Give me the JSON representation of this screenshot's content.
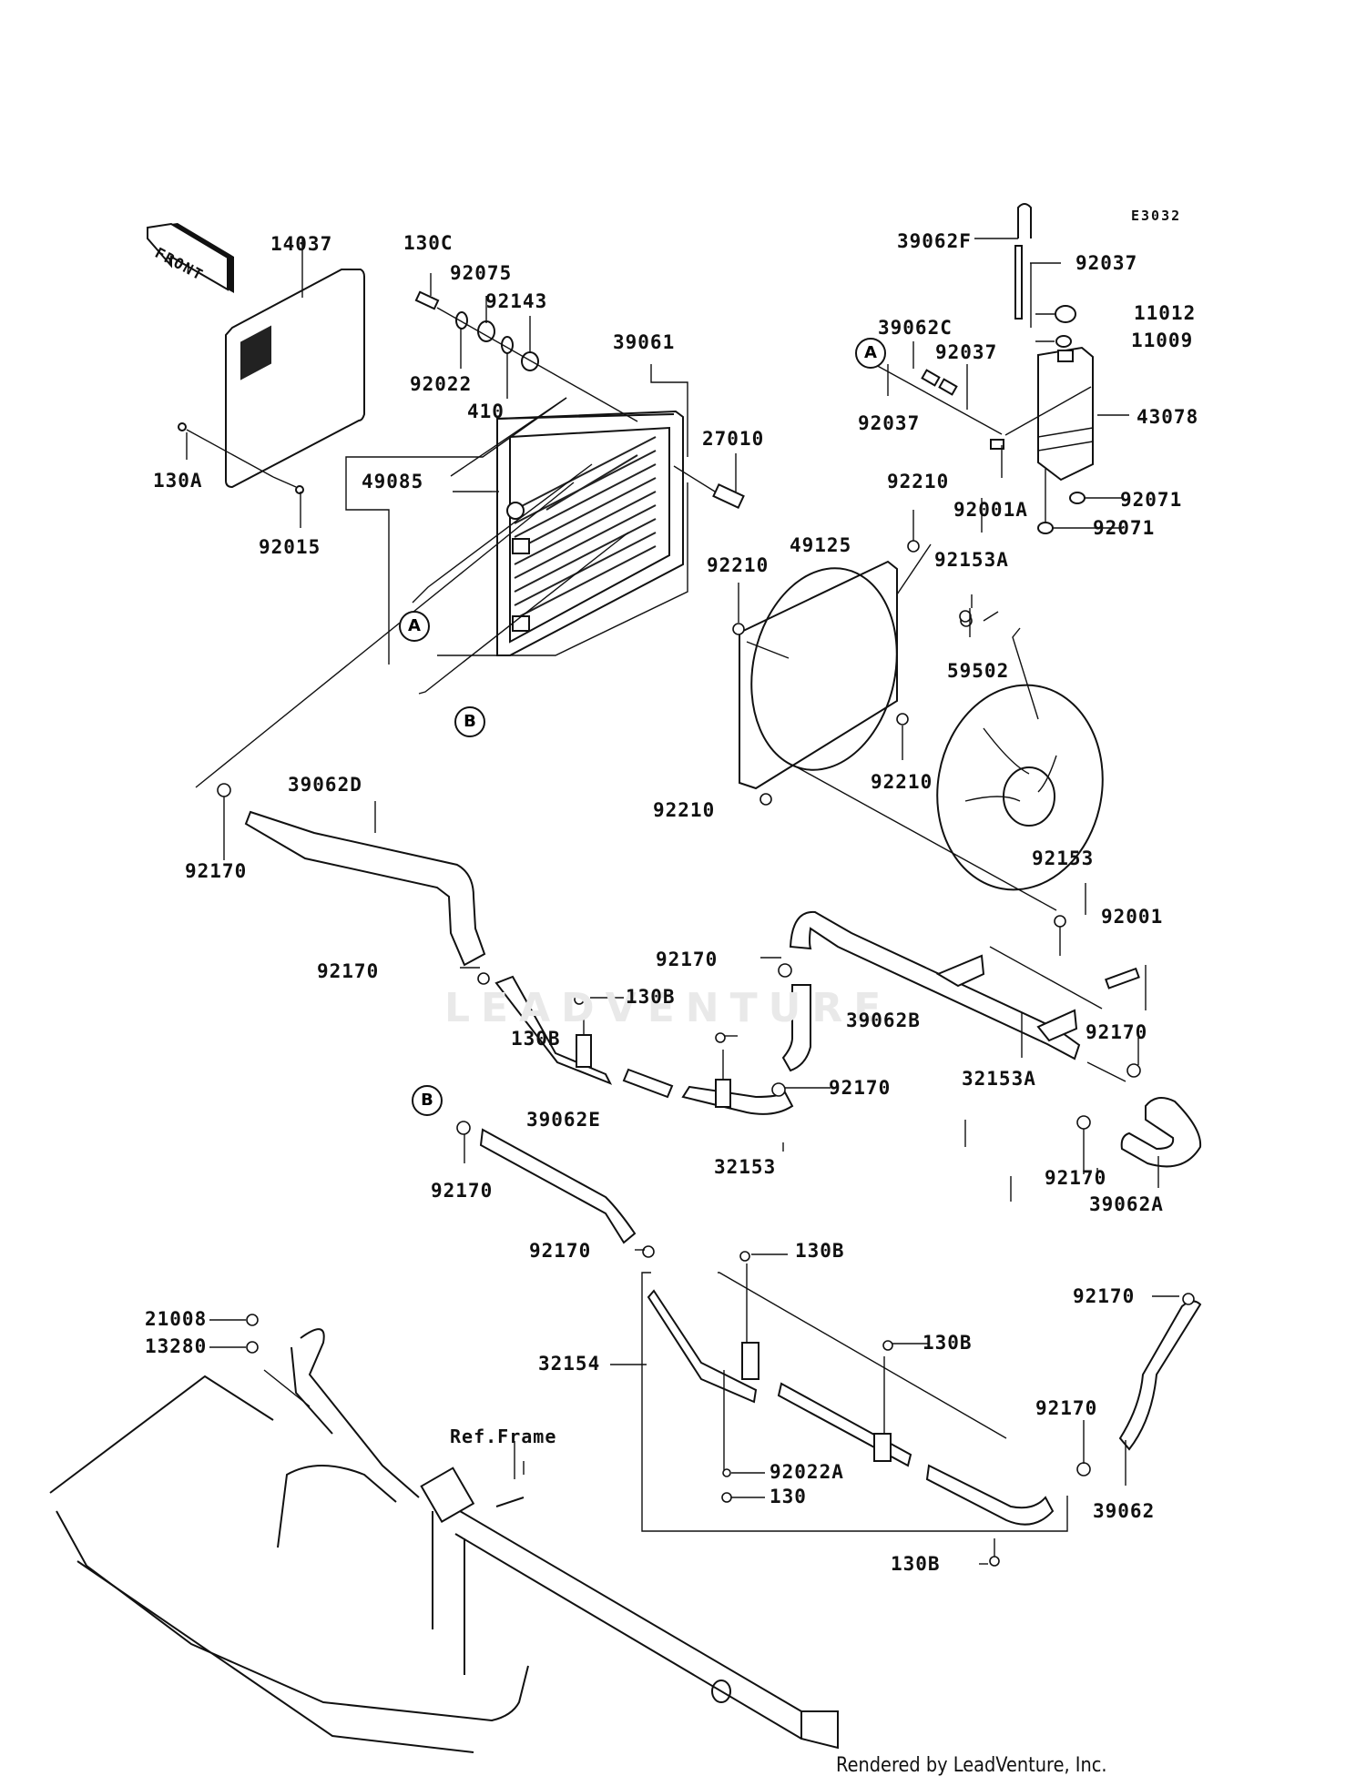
{
  "diagram": {
    "title": "Radiator / Cooling System Parts Diagram",
    "drawing_code": "E3032",
    "front_indicator": "FRONT",
    "credit": "Rendered by LeadVenture, Inc.",
    "watermark": "LEADVENTURE",
    "reference_label": "Ref.Frame",
    "callouts": [
      "A",
      "B"
    ],
    "parts": [
      {
        "id": "p14037",
        "number": "14037",
        "description": "radiator screen"
      },
      {
        "id": "p130C",
        "number": "130C",
        "description": "bolt"
      },
      {
        "id": "p92075",
        "number": "92075",
        "description": "damper"
      },
      {
        "id": "p92143",
        "number": "92143",
        "description": "collar"
      },
      {
        "id": "p92022",
        "number": "92022",
        "description": "washer"
      },
      {
        "id": "p410",
        "number": "410",
        "description": "washer"
      },
      {
        "id": "p39061",
        "number": "39061",
        "description": "radiator"
      },
      {
        "id": "p27010",
        "number": "27010",
        "description": "fan switch"
      },
      {
        "id": "p49085",
        "number": "49085",
        "description": "radiator cap"
      },
      {
        "id": "p130A",
        "number": "130A",
        "description": "bolt"
      },
      {
        "id": "p92015",
        "number": "92015",
        "description": "nut"
      },
      {
        "id": "p39062F",
        "number": "39062F",
        "description": "hose"
      },
      {
        "id": "p92037_a",
        "number": "92037",
        "description": "clamp"
      },
      {
        "id": "p11012",
        "number": "11012",
        "description": "cap"
      },
      {
        "id": "p11009",
        "number": "11009",
        "description": "gasket"
      },
      {
        "id": "p39062C",
        "number": "39062C",
        "description": "hose"
      },
      {
        "id": "p92037_b",
        "number": "92037",
        "description": "clamp"
      },
      {
        "id": "p92037_c",
        "number": "92037",
        "description": "clamp"
      },
      {
        "id": "p43078",
        "number": "43078",
        "description": "reserve tank"
      },
      {
        "id": "p92001A",
        "number": "92001A",
        "description": "bolt"
      },
      {
        "id": "p92071_a",
        "number": "92071",
        "description": "grommet"
      },
      {
        "id": "p92071_b",
        "number": "92071",
        "description": "grommet"
      },
      {
        "id": "p92210_a",
        "number": "92210",
        "description": "nut"
      },
      {
        "id": "p92210_b",
        "number": "92210",
        "description": "nut"
      },
      {
        "id": "p49125",
        "number": "49125",
        "description": "fan shroud"
      },
      {
        "id": "p92153A",
        "number": "92153A",
        "description": "bolt"
      },
      {
        "id": "p59502",
        "number": "59502",
        "description": "fan assembly"
      },
      {
        "id": "p92210_c",
        "number": "92210",
        "description": "nut"
      },
      {
        "id": "p92210_d",
        "number": "92210",
        "description": "nut"
      },
      {
        "id": "p92153",
        "number": "92153",
        "description": "bolt"
      },
      {
        "id": "p39062D",
        "number": "39062D",
        "description": "hose"
      },
      {
        "id": "p92170_a",
        "number": "92170",
        "description": "clamp"
      },
      {
        "id": "p92170_b",
        "number": "92170",
        "description": "clamp"
      },
      {
        "id": "p92001",
        "number": "92001",
        "description": "bolt"
      },
      {
        "id": "p92170_c",
        "number": "92170",
        "description": "clamp"
      },
      {
        "id": "p130B_a",
        "number": "130B",
        "description": "bolt"
      },
      {
        "id": "p130B_b",
        "number": "130B",
        "description": "bolt"
      },
      {
        "id": "p39062B",
        "number": "39062B",
        "description": "hose"
      },
      {
        "id": "p92170_d",
        "number": "92170",
        "description": "clamp"
      },
      {
        "id": "p32153A",
        "number": "32153A",
        "description": "pipe"
      },
      {
        "id": "p92170_e",
        "number": "92170",
        "description": "clamp"
      },
      {
        "id": "p32153",
        "number": "32153",
        "description": "pipe"
      },
      {
        "id": "p39062E",
        "number": "39062E",
        "description": "hose"
      },
      {
        "id": "p92170_f",
        "number": "92170",
        "description": "clamp"
      },
      {
        "id": "p92170_g",
        "number": "92170",
        "description": "clamp"
      },
      {
        "id": "p39062A",
        "number": "39062A",
        "description": "hose"
      },
      {
        "id": "p92170_h",
        "number": "92170",
        "description": "clamp"
      },
      {
        "id": "p130B_c",
        "number": "130B",
        "description": "bolt"
      },
      {
        "id": "p92170_i",
        "number": "92170",
        "description": "clamp"
      },
      {
        "id": "p21008",
        "number": "21008",
        "description": "connector"
      },
      {
        "id": "p13280",
        "number": "13280",
        "description": "holder"
      },
      {
        "id": "p32154",
        "number": "32154",
        "description": "pipe"
      },
      {
        "id": "p130B_d",
        "number": "130B",
        "description": "bolt"
      },
      {
        "id": "p92170_j",
        "number": "92170",
        "description": "clamp"
      },
      {
        "id": "p92022A",
        "number": "92022A",
        "description": "washer"
      },
      {
        "id": "p130",
        "number": "130",
        "description": "bolt"
      },
      {
        "id": "p39062",
        "number": "39062",
        "description": "hose"
      },
      {
        "id": "p130B_e",
        "number": "130B",
        "description": "bolt"
      }
    ]
  }
}
